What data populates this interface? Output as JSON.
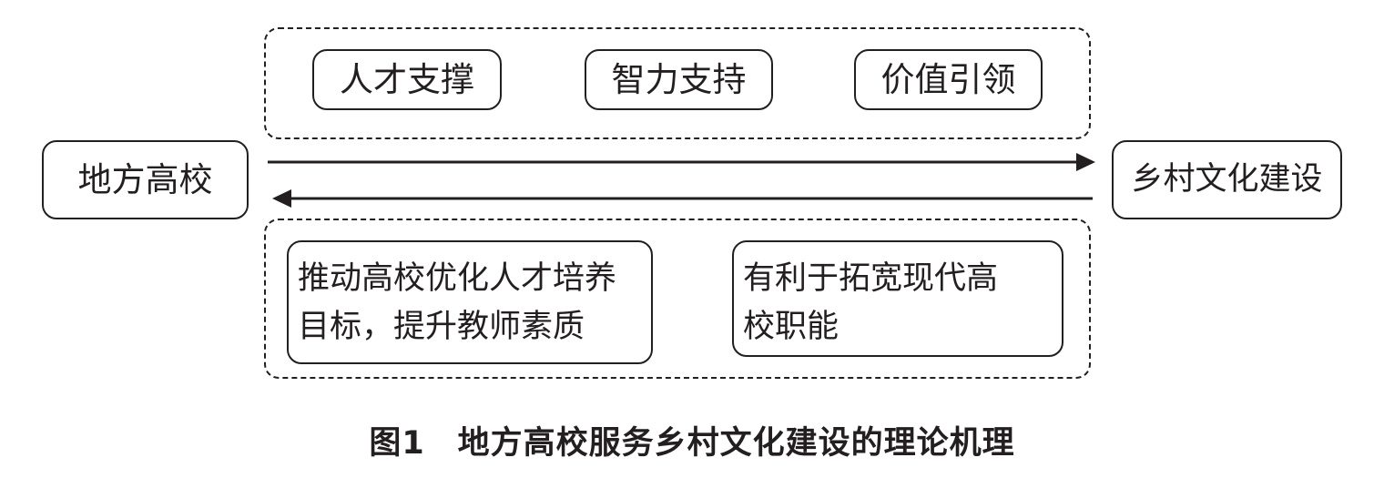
{
  "left_node": "地方高校",
  "right_node": "乡村文化建设",
  "top_group": {
    "items": [
      "人才支撑",
      "智力支持",
      "价值引领"
    ]
  },
  "bottom_group": {
    "item1_line1": "推动高校优化人才培养",
    "item1_line2": "目标，提升教师素质",
    "item2_line1": "有利于拓宽现代高",
    "item2_line2": "校职能"
  },
  "caption": "图1　地方高校服务乡村文化建设的理论机理"
}
